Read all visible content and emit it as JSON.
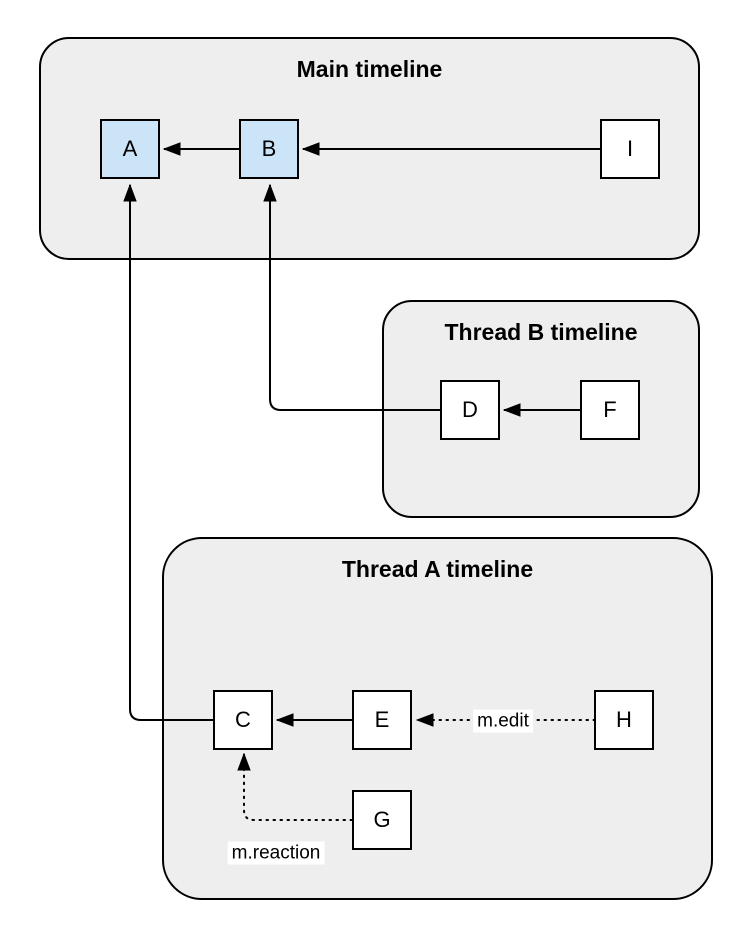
{
  "diagram": {
    "timelines": [
      {
        "id": "main",
        "title": "Main timeline"
      },
      {
        "id": "thread_b",
        "title": "Thread B timeline"
      },
      {
        "id": "thread_a",
        "title": "Thread A timeline"
      }
    ],
    "nodes": [
      {
        "id": "A",
        "label": "A",
        "timeline": "main",
        "highlighted": true
      },
      {
        "id": "B",
        "label": "B",
        "timeline": "main",
        "highlighted": true
      },
      {
        "id": "I",
        "label": "I",
        "timeline": "main",
        "highlighted": false
      },
      {
        "id": "D",
        "label": "D",
        "timeline": "thread_b",
        "highlighted": false
      },
      {
        "id": "F",
        "label": "F",
        "timeline": "thread_b",
        "highlighted": false
      },
      {
        "id": "C",
        "label": "C",
        "timeline": "thread_a",
        "highlighted": false
      },
      {
        "id": "E",
        "label": "E",
        "timeline": "thread_a",
        "highlighted": false
      },
      {
        "id": "H",
        "label": "H",
        "timeline": "thread_a",
        "highlighted": false
      },
      {
        "id": "G",
        "label": "G",
        "timeline": "thread_a",
        "highlighted": false
      }
    ],
    "edges": [
      {
        "from": "B",
        "to": "A",
        "style": "solid",
        "label": ""
      },
      {
        "from": "I",
        "to": "B",
        "style": "solid",
        "label": ""
      },
      {
        "from": "F",
        "to": "D",
        "style": "solid",
        "label": ""
      },
      {
        "from": "D",
        "to": "B",
        "style": "solid",
        "label": ""
      },
      {
        "from": "E",
        "to": "C",
        "style": "solid",
        "label": ""
      },
      {
        "from": "C",
        "to": "A",
        "style": "solid",
        "label": ""
      },
      {
        "from": "H",
        "to": "E",
        "style": "dotted",
        "label": "m.edit"
      },
      {
        "from": "G",
        "to": "C",
        "style": "dotted",
        "label": "m.reaction"
      }
    ],
    "colors": {
      "timeline_fill": "#eeeeee",
      "node_highlight_fill": "#cce4f7",
      "node_default_fill": "#ffffff",
      "stroke": "#000000",
      "label_bg": "#ffffff"
    }
  }
}
